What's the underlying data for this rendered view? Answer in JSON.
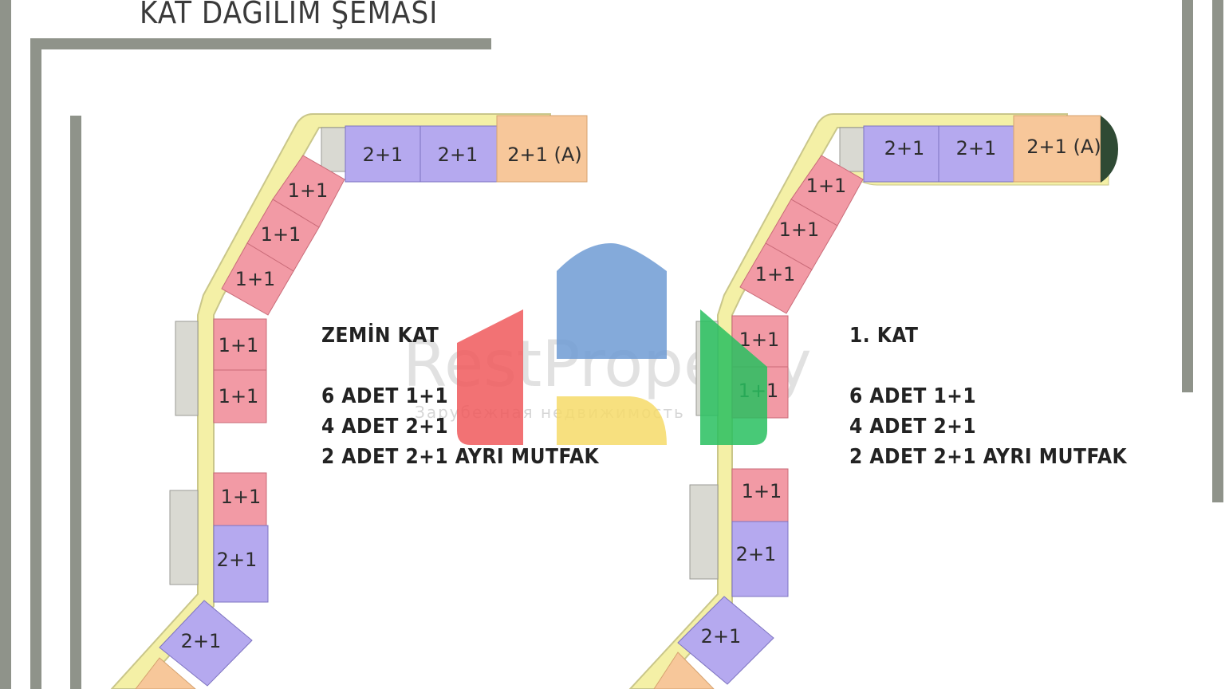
{
  "title": "KAT DAĞILIM ŞEMASI",
  "watermark": {
    "brand": "RestProperty",
    "tagline": "Зарубежная недвижимость"
  },
  "colors": {
    "unit_1_1": "#f29aa5",
    "unit_2_1": "#b5a9ef",
    "unit_2_1_a": "#f7c79a",
    "corridor": "#f4f0a6",
    "stairs": "#d9d9d2",
    "frame": "#8f938a"
  },
  "ground_floor": {
    "heading": "ZEMİN KAT",
    "summary": [
      "6 ADET 1+1",
      "4 ADET 2+1",
      "2 ADET 2+1 AYRI MUTFAK"
    ],
    "units": [
      "2+1",
      "2+1",
      "2+1 (A)",
      "1+1",
      "1+1",
      "1+1",
      "1+1",
      "1+1",
      "1+1",
      "2+1",
      "2+1"
    ]
  },
  "first_floor": {
    "heading": "1. KAT",
    "summary": [
      "6 ADET 1+1",
      "4 ADET 2+1",
      "2 ADET 2+1 AYRI MUTFAK"
    ],
    "units": [
      "2+1",
      "2+1",
      "2+1 (A)",
      "1+1",
      "1+1",
      "1+1",
      "1+1",
      "1+1",
      "1+1",
      "2+1",
      "2+1"
    ]
  }
}
